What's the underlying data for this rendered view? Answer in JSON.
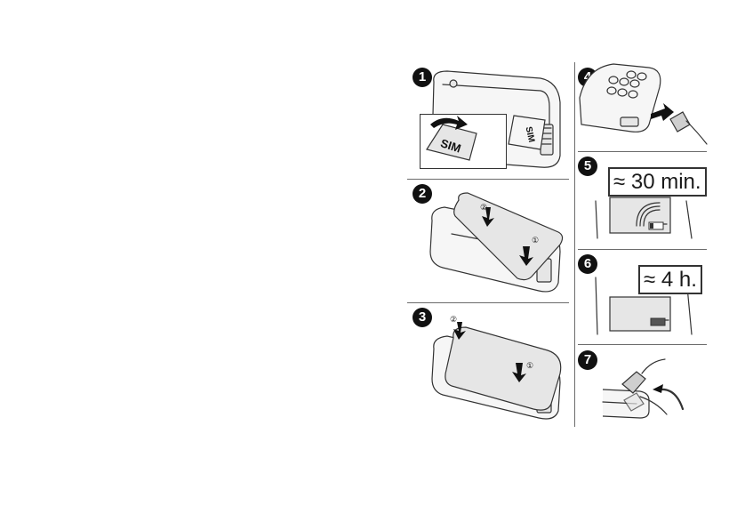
{
  "steps": [
    {
      "number": "1",
      "sim_label": "SIM",
      "sim_label_2": "SIM"
    },
    {
      "number": "2",
      "sub_1": "①",
      "sub_2": "②"
    },
    {
      "number": "3",
      "sub_1": "①",
      "sub_2": "②"
    },
    {
      "number": "4"
    },
    {
      "number": "5",
      "callout": "≈ 30 min."
    },
    {
      "number": "6",
      "callout": "≈ 4 h."
    },
    {
      "number": "7"
    }
  ],
  "icons": [
    "phone-back-icon",
    "sim-card-icon",
    "battery-icon",
    "battery-cover-icon",
    "charger-plug-icon",
    "charging-display-icon",
    "battery-indicator-icon",
    "arrow-icon"
  ]
}
